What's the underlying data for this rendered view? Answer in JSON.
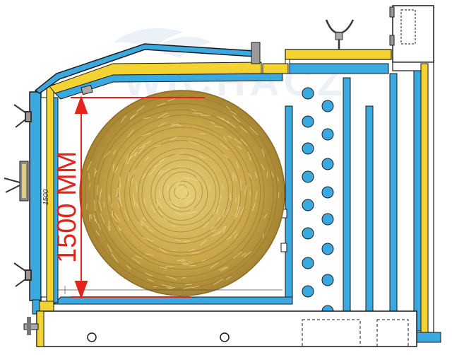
{
  "watermark": "WICHACZ",
  "dimension": {
    "big_label": "1500 MM",
    "small_label": "1500"
  },
  "colors": {
    "water": "#3aa9e0",
    "insulation": "#f3d331",
    "outline": "#1a1a1a",
    "dimension": "#e5231b",
    "straw": "#c9a74a",
    "straw_light": "#e8cf7a",
    "straw_dark": "#8a6b22",
    "watermark": "#dde6f3"
  }
}
